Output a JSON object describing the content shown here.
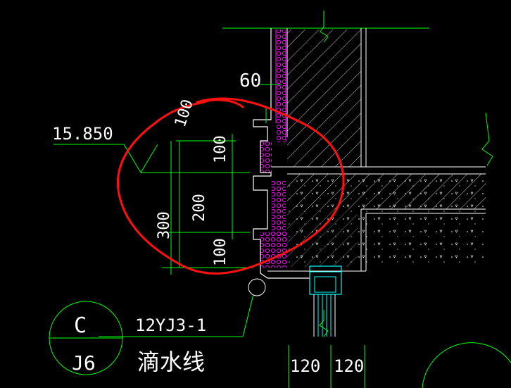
{
  "dimensions": {
    "top": "60",
    "angled": "100",
    "drip_upper": "100",
    "drip_total": "200",
    "drip_lower": "100",
    "overall": "300",
    "bottom_left": "120",
    "bottom_right": "120"
  },
  "elevation": "15.850",
  "detail_callout": {
    "top": "C",
    "bottom": "J6",
    "reference": "12YJ3-1",
    "label": "滴水线"
  },
  "colors": {
    "background": "#000000",
    "line": "#00ff00",
    "text": "#ffffff",
    "insulation": "#ff00ff",
    "markup": "#ff1010",
    "cyan": "#00ffff"
  }
}
